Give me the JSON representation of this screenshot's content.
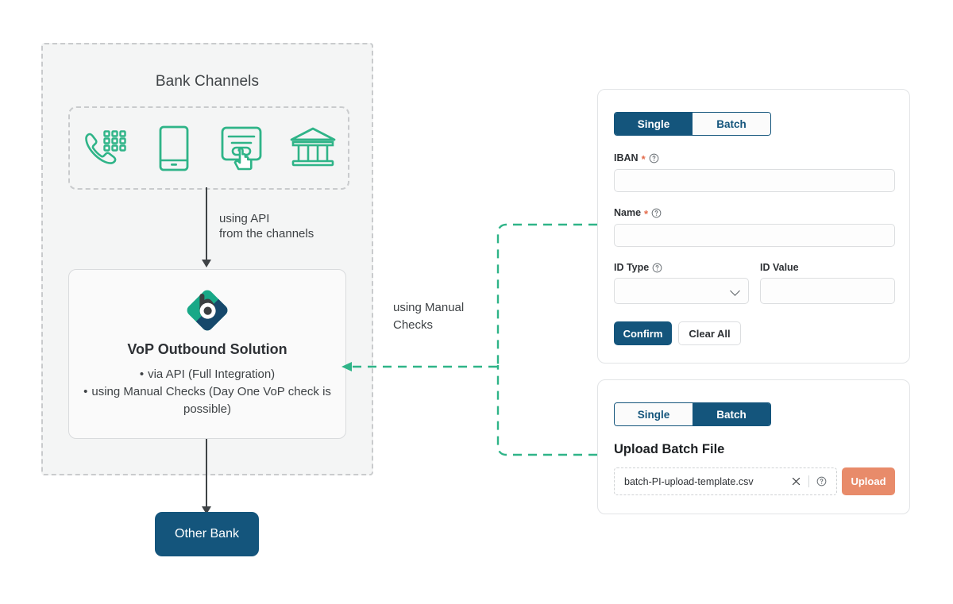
{
  "diagram": {
    "bank_channels": {
      "title": "Bank Channels",
      "icons": [
        {
          "name": "phone-keypad-icon",
          "label": "Phone Banking"
        },
        {
          "name": "mobile-phone-icon",
          "label": "Mobile Banking"
        },
        {
          "name": "online-banking-click-icon",
          "label": "Online Banking"
        },
        {
          "name": "bank-building-icon",
          "label": "Branch"
        }
      ]
    },
    "api_arrow_label": "using API\nfrom the channels",
    "manual_arrow_label": "using Manual\nChecks",
    "vop": {
      "title": "VoP Outbound Solution",
      "bullets": [
        "via API (Full Integration)",
        "using Manual Checks (Day One VoP check is possible)"
      ],
      "bullet_lines": [
        "via API (Full Integration)",
        "using Manual Checks (Day One VoP",
        "check is possible)"
      ]
    },
    "other_bank": "Other Bank"
  },
  "single_panel": {
    "tabs": [
      {
        "label": "Single",
        "active": true
      },
      {
        "label": "Batch",
        "active": false
      }
    ],
    "fields": {
      "iban": {
        "label": "IBAN",
        "required": "*",
        "value": "",
        "placeholder": ""
      },
      "name": {
        "label": "Name",
        "required": "*",
        "value": "",
        "placeholder": ""
      },
      "id_type": {
        "label": "ID Type",
        "value": "",
        "placeholder": ""
      },
      "id_value": {
        "label": "ID Value",
        "value": "",
        "placeholder": ""
      }
    },
    "buttons": {
      "confirm": "Confirm",
      "clear_all": "Clear All"
    }
  },
  "batch_panel": {
    "tabs": [
      {
        "label": "Single",
        "active": false
      },
      {
        "label": "Batch",
        "active": true
      }
    ],
    "heading": "Upload Batch File",
    "file_name": "batch-PI-upload-template.csv",
    "upload_button": "Upload"
  },
  "colors": {
    "navy": "#14557c",
    "teal": "#2fb488",
    "coral": "#e88b6a",
    "panel_bg": "#f4f5f5",
    "text": "#3f4346",
    "required": "#e36a4a"
  }
}
